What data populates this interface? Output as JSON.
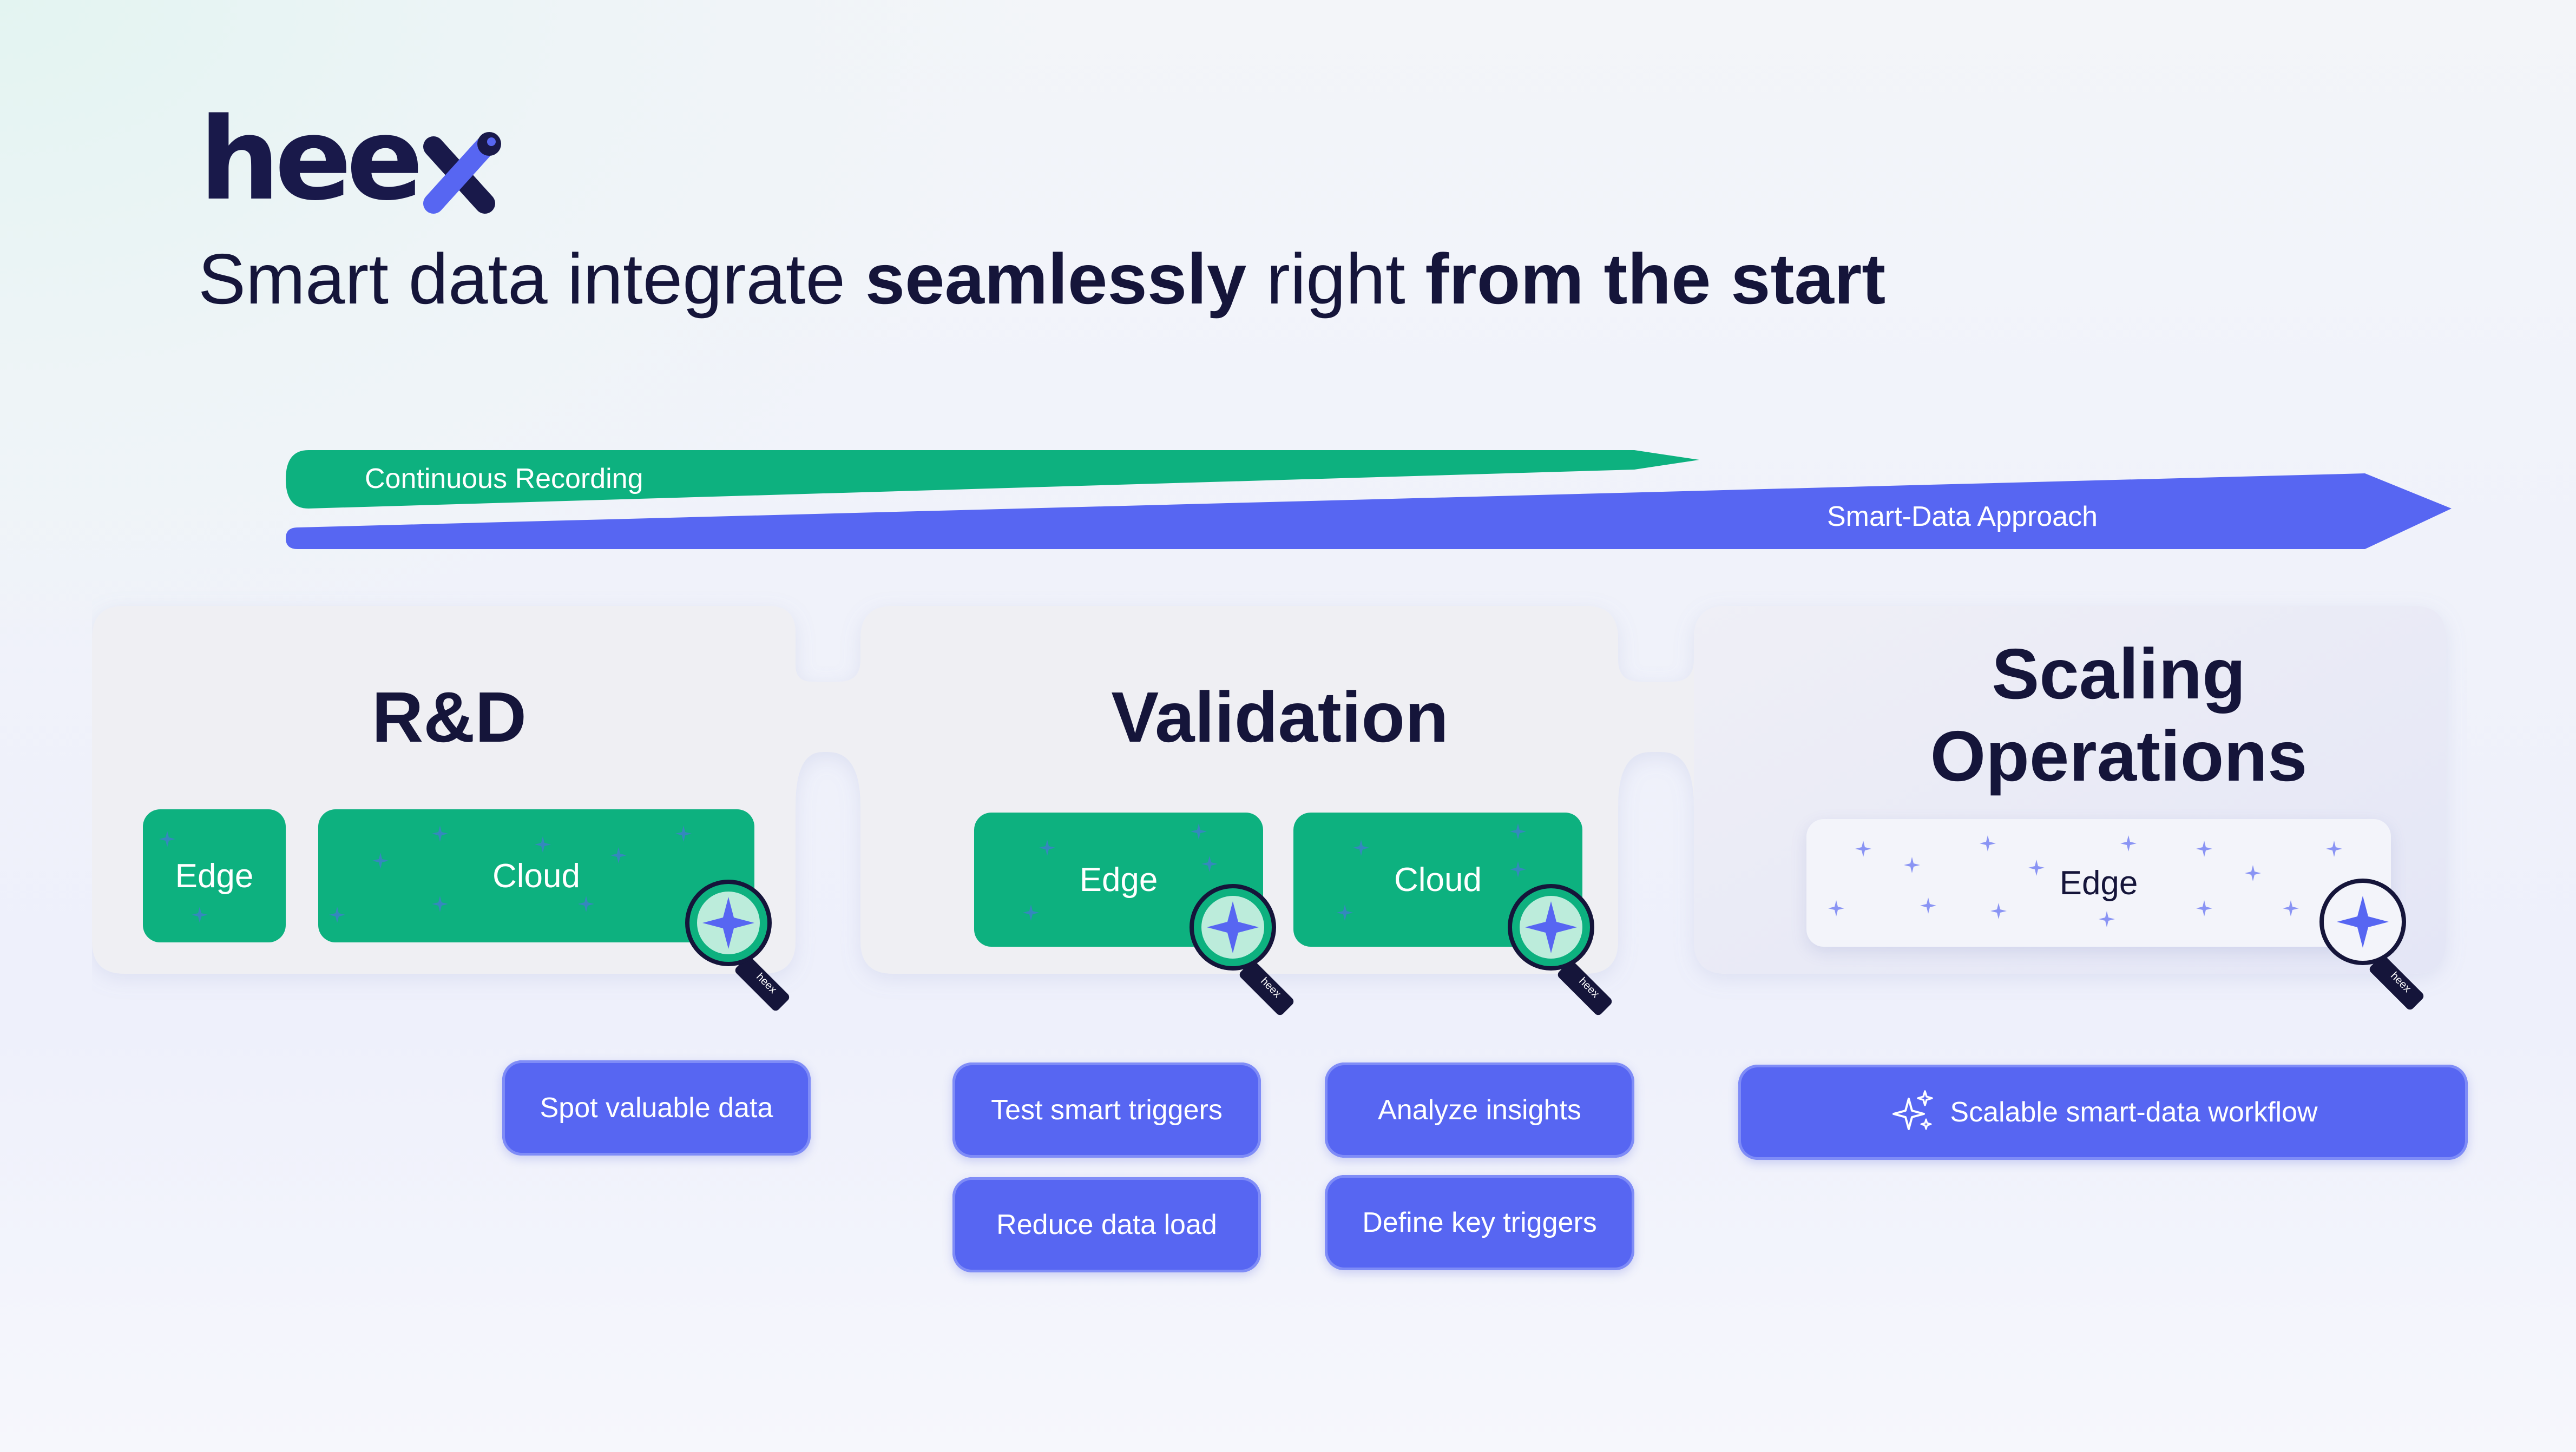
{
  "logo": {
    "text": "hee"
  },
  "headline": {
    "part1": "Smart data integrate ",
    "bold1": "seamlessly",
    "part2": " right ",
    "bold2": "from the start"
  },
  "arrows": {
    "continuous": "Continuous Recording",
    "smart": "Smart-Data Approach"
  },
  "stages": {
    "rd": {
      "title": "R&D",
      "edge": "Edge",
      "cloud": "Cloud",
      "actions": [
        "Spot valuable data"
      ]
    },
    "validation": {
      "title": "Validation",
      "edge": "Edge",
      "cloud": "Cloud",
      "actions": [
        "Test smart triggers",
        "Analyze insights",
        "Reduce data load",
        "Define key triggers"
      ]
    },
    "scaling": {
      "title_line1": "Scaling",
      "title_line2": "Operations",
      "edge": "Edge",
      "actions": [
        "Scalable smart-data workflow"
      ]
    }
  },
  "magnifier_tag": "heex",
  "colors": {
    "green": "#0db17f",
    "blue": "#5766f2",
    "navy": "#15153a"
  }
}
